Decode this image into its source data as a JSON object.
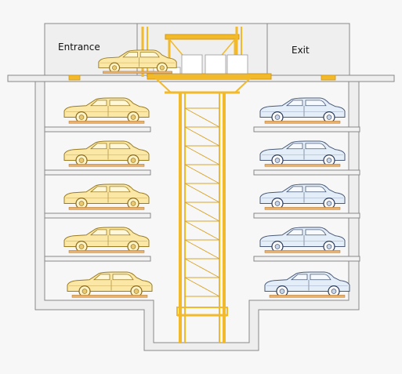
{
  "labels": {
    "entrance": "Entrance",
    "exit": "Exit"
  },
  "colors": {
    "background": "#f7f7f7",
    "wall_fill": "#eeeeee",
    "wall_stroke": "#888888",
    "lift_frame": "#f2b92a",
    "lift_frame_dark": "#d49a10",
    "car_gold_body": "#fbe7a6",
    "car_gold_stroke": "#9a7b22",
    "car_blue_body": "#e4eef8",
    "car_blue_stroke": "#4a5a78",
    "pallet": "#e8b06a"
  },
  "structure": {
    "left_bays": 5,
    "right_bays": 5,
    "entrance_cars": 1,
    "left_car_color": "gold",
    "right_car_color": "blue"
  }
}
